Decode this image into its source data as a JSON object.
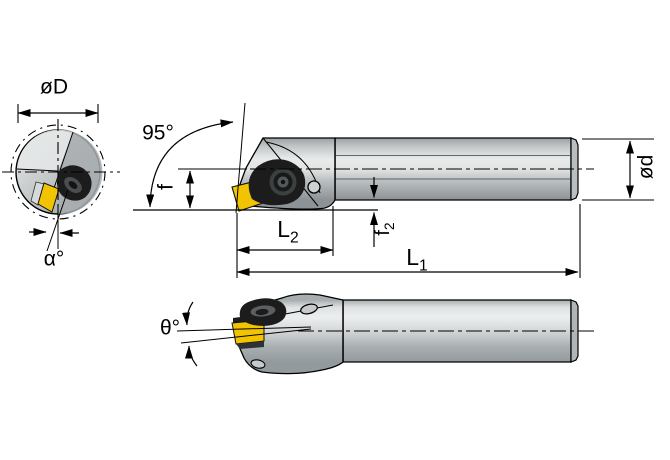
{
  "drawing": {
    "title": "Boring bar with screw-clamp insert – dimensional drawing",
    "views": [
      "front-view",
      "side-view",
      "bottom-view"
    ]
  },
  "labels": {
    "cutting_diameter": "øD",
    "lead_angle": "95°",
    "tip_height": "f",
    "tip_offset": {
      "base": "f",
      "sub": "2"
    },
    "head_length": {
      "base": "L",
      "sub": "2"
    },
    "total_length": {
      "base": "L",
      "sub": "1"
    },
    "shank_diameter": "ød",
    "alpha_angle": "α°",
    "theta_angle": "θ°"
  },
  "colors": {
    "background": "#FFFFFF",
    "line_black": "#000000",
    "insert_yellow": "#F2C300",
    "clamp_black": "#1C1C1C",
    "steel_light": "#ECEEEE",
    "steel_mid": "#C6CACB",
    "steel_dark": "#8E9497"
  }
}
